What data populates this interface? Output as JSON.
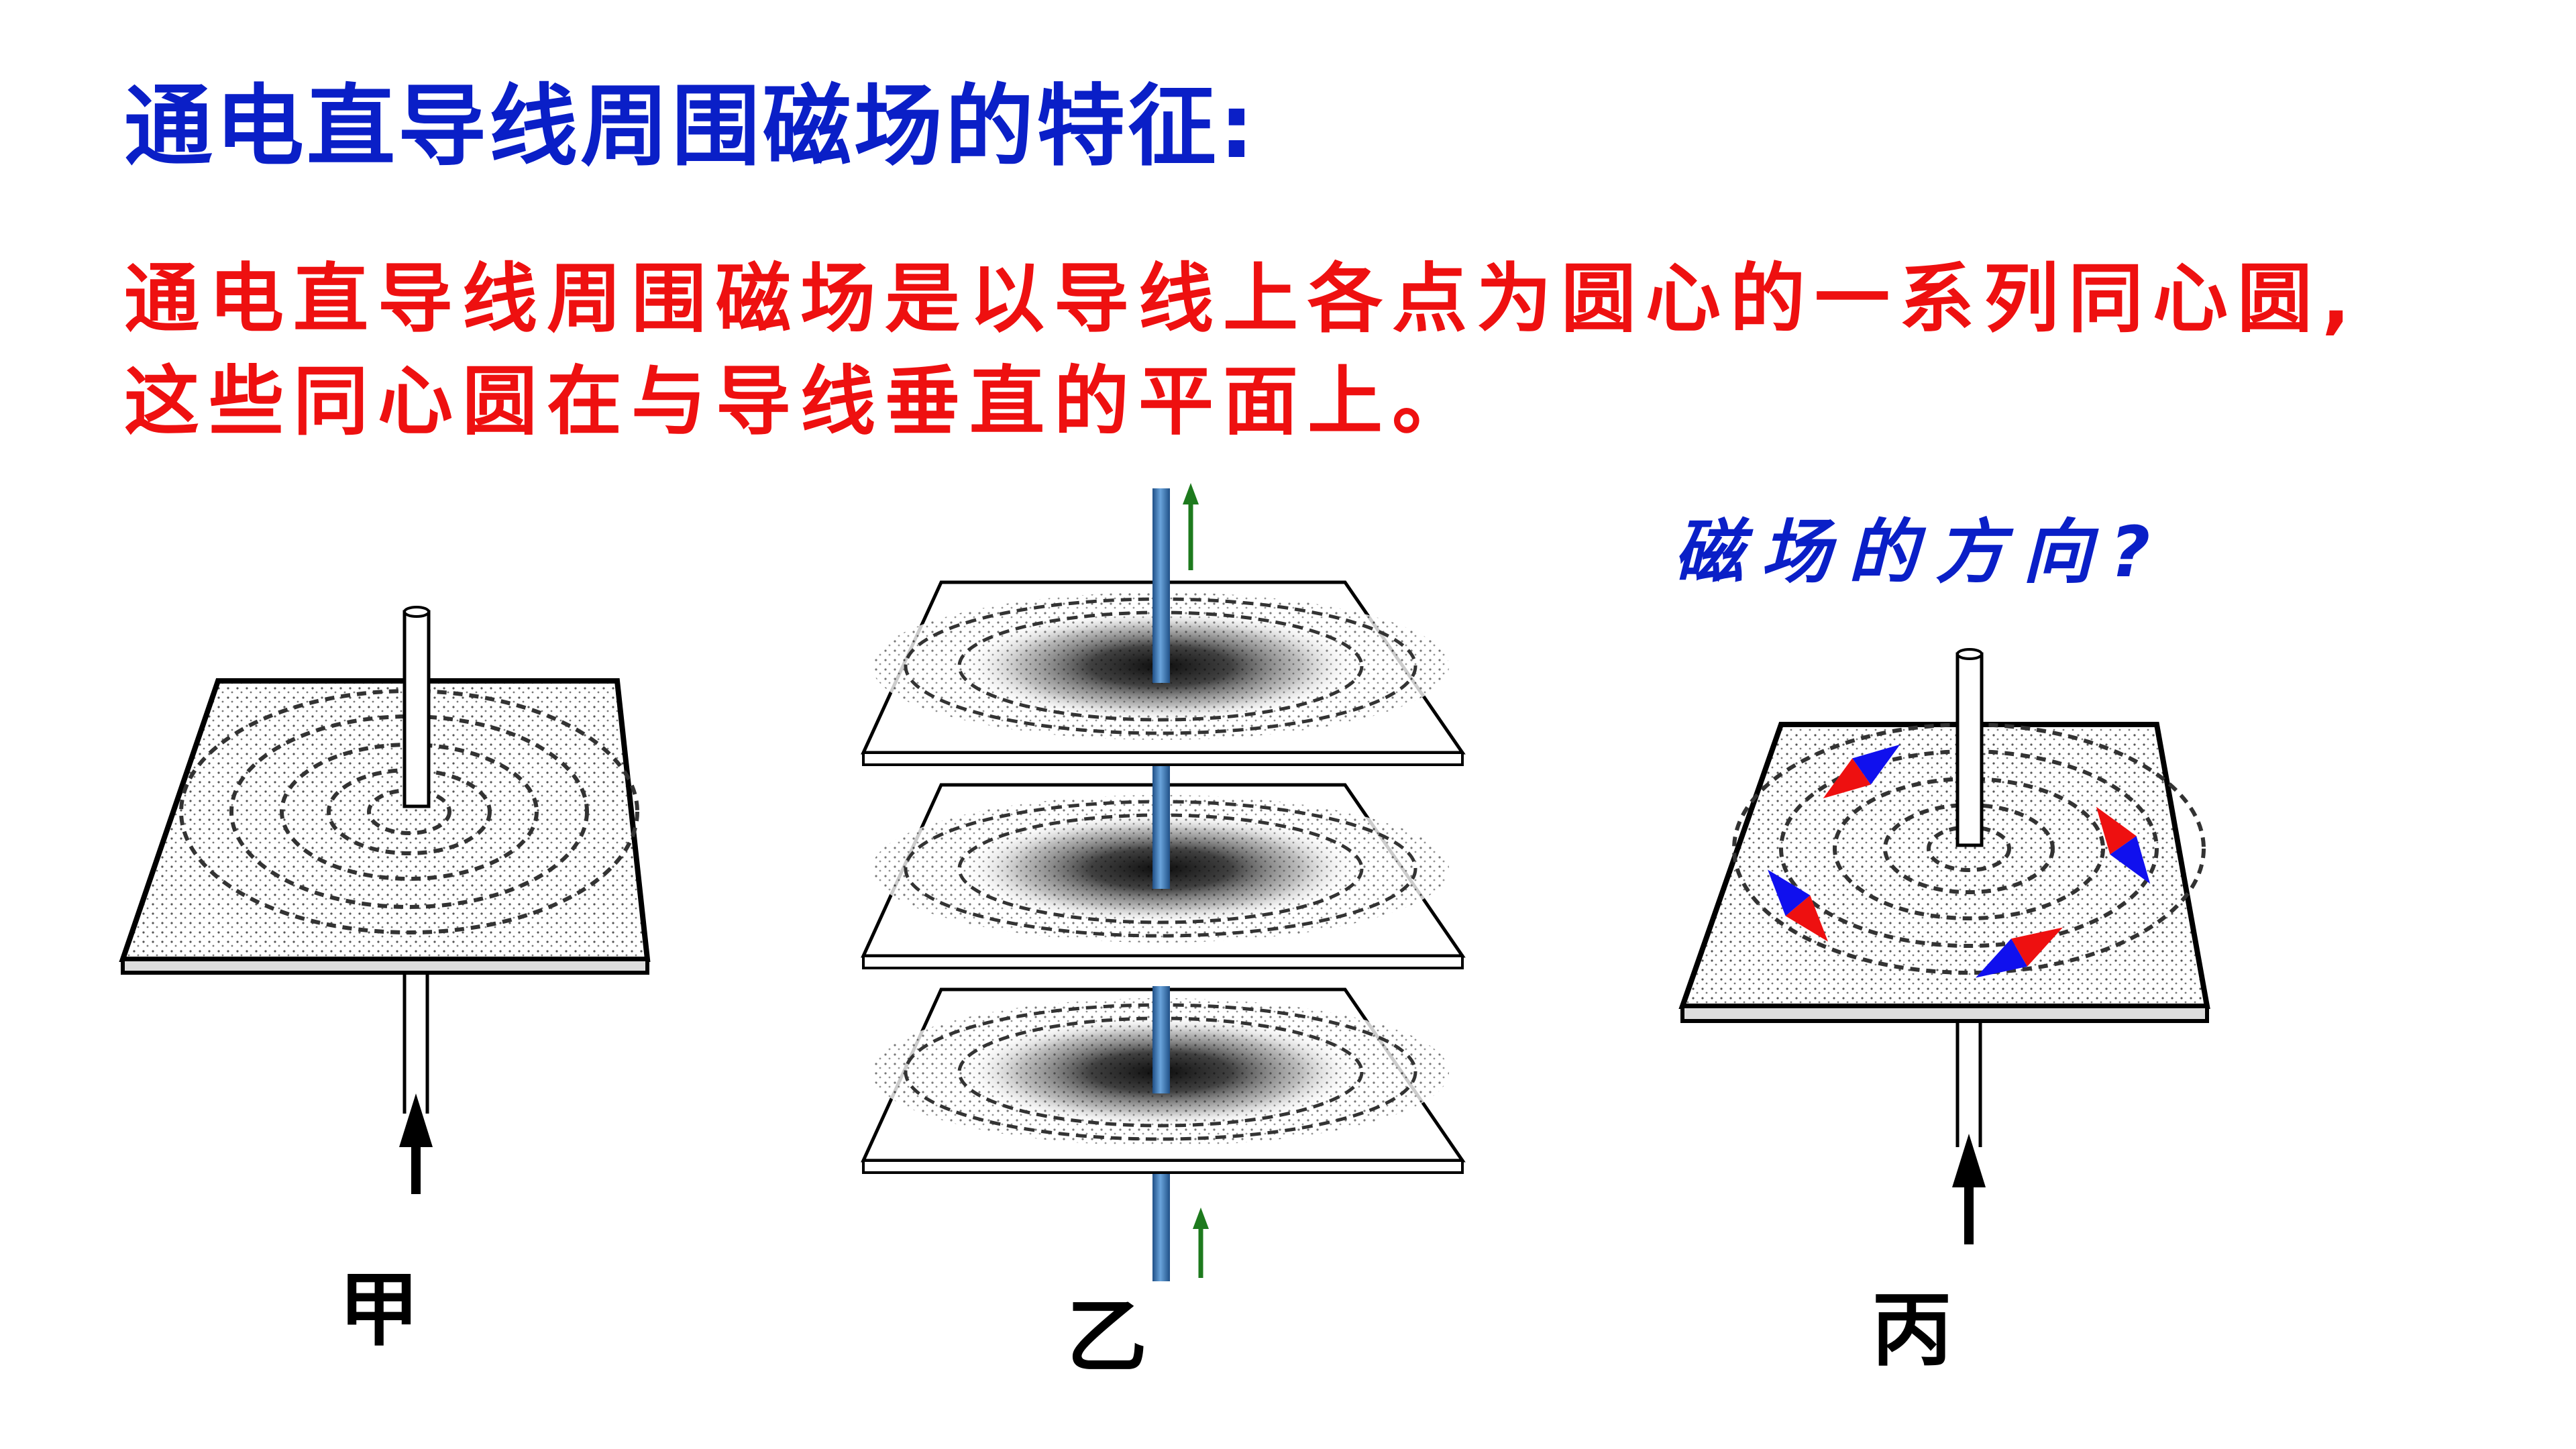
{
  "slide": {
    "title": "通电直导线周围磁场的特征:",
    "description_line1": "通电直导线周围磁场是以导线上各点为圆心的一系列同心圆,",
    "description_line2": "这些同心圆在与导线垂直的平面上。",
    "question": "磁场的方向?"
  },
  "figures": {
    "jia_label": "甲",
    "yi_label": "乙",
    "bing_label": "丙"
  },
  "colors": {
    "title": "#0a1fc7",
    "description": "#ee1010",
    "wire": "#3a78b8",
    "current_arrow": "#1d7a1d",
    "needle_north": "#ee1010",
    "needle_south": "#1010ee"
  }
}
